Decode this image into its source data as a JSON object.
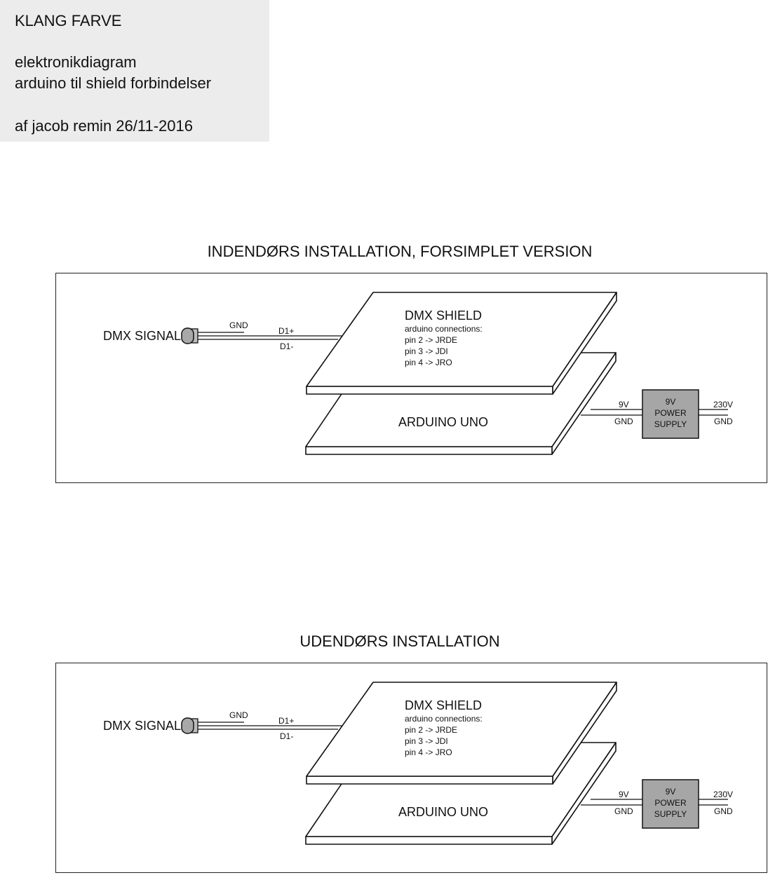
{
  "header": {
    "title": "KLANG FARVE",
    "line1": "elektronikdiagram",
    "line2": "arduino til shield forbindelser",
    "author": "af jacob remin 26/11-2016"
  },
  "sections": [
    {
      "title": "INDENDØRS INSTALLATION, FORSIMPLET VERSION",
      "dmx_signal": "DMX SIGNAL",
      "gnd": "GND",
      "d1_plus": "D1+",
      "d1_minus": "D1-",
      "shield_title": "DMX SHIELD",
      "shield_lines": [
        "arduino  connections:",
        "pin 2 -> JRDE",
        "pin 3 -> JDI",
        "pin 4 -> JRO"
      ],
      "arduino": "ARDUINO UNO",
      "psu_lines": [
        "9V",
        "POWER",
        "SUPPLY"
      ],
      "in_9v": "9V",
      "in_gnd": "GND",
      "out_230v": "230V",
      "out_gnd": "GND"
    },
    {
      "title": "UDENDØRS INSTALLATION",
      "dmx_signal": "DMX SIGNAL",
      "gnd": "GND",
      "d1_plus": "D1+",
      "d1_minus": "D1-",
      "shield_title": "DMX SHIELD",
      "shield_lines": [
        "arduino  connections:",
        "pin 2 -> JRDE",
        "pin 3 -> JDI",
        "pin 4 -> JRO"
      ],
      "arduino": "ARDUINO UNO",
      "psu_lines": [
        "9V",
        "POWER",
        "SUPPLY"
      ],
      "in_9v": "9V",
      "in_gnd": "GND",
      "out_230v": "230V",
      "out_gnd": "GND"
    }
  ]
}
